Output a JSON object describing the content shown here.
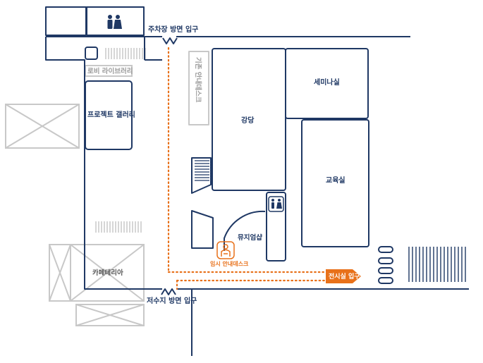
{
  "map": {
    "entrances": {
      "parking": "주차장 방면 입구",
      "reservoir": "저수지 방면 입구"
    },
    "rooms": {
      "lobby_library": "로비 라이브러리",
      "project_gallery": "프로젝트 갤러리",
      "cafeteria": "카페테리아",
      "existing_info_desk": "기존 안내데스크",
      "auditorium": "강당",
      "seminar_room": "세미나실",
      "classroom": "교육실",
      "museum_shop": "뮤지엄샵",
      "temp_info_desk": "임시 안내데스크"
    },
    "route": {
      "exhibition_entrance": "전시실 입구"
    },
    "icons": {
      "restroom": "restroom-icon",
      "info_person": "info-desk-person-icon",
      "arrow": "route-arrow-icon"
    },
    "colors": {
      "wall": "#1f3864",
      "inactive": "#c8c8c8",
      "route": "#e8711a"
    }
  }
}
